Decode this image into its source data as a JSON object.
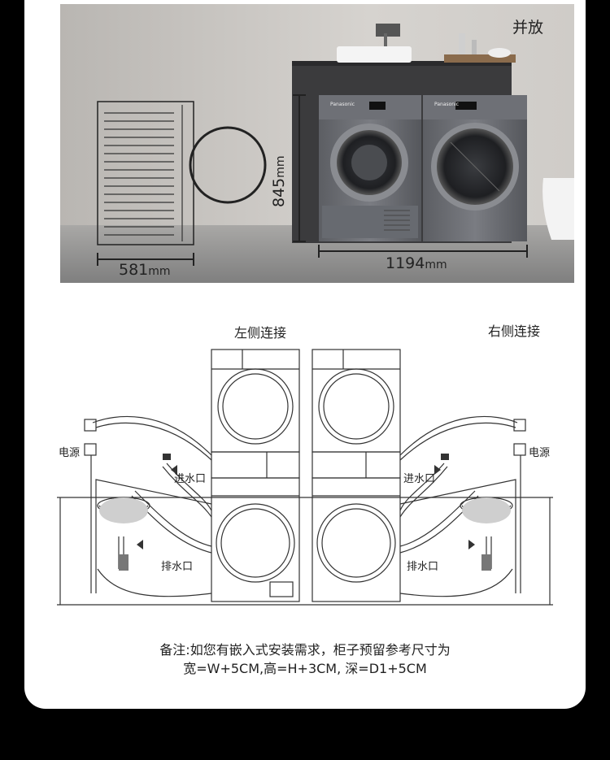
{
  "photo": {
    "title": "并放",
    "width_single": "581",
    "width_pair": "1194",
    "height": "845",
    "unit": "mm",
    "brand_left": "Panasonic",
    "brand_right": "Panasonic"
  },
  "diagram": {
    "left_title": "左侧连接",
    "right_title": "右侧连接",
    "power_label": "电源",
    "inlet_label": "进水口",
    "drain_label": "排水口"
  },
  "note": {
    "line1": "备注:如您有嵌入式安装需求，柜子预留参考尺寸为",
    "line2": "宽=W+5CM,高=H+3CM, 深=D1+5CM"
  }
}
